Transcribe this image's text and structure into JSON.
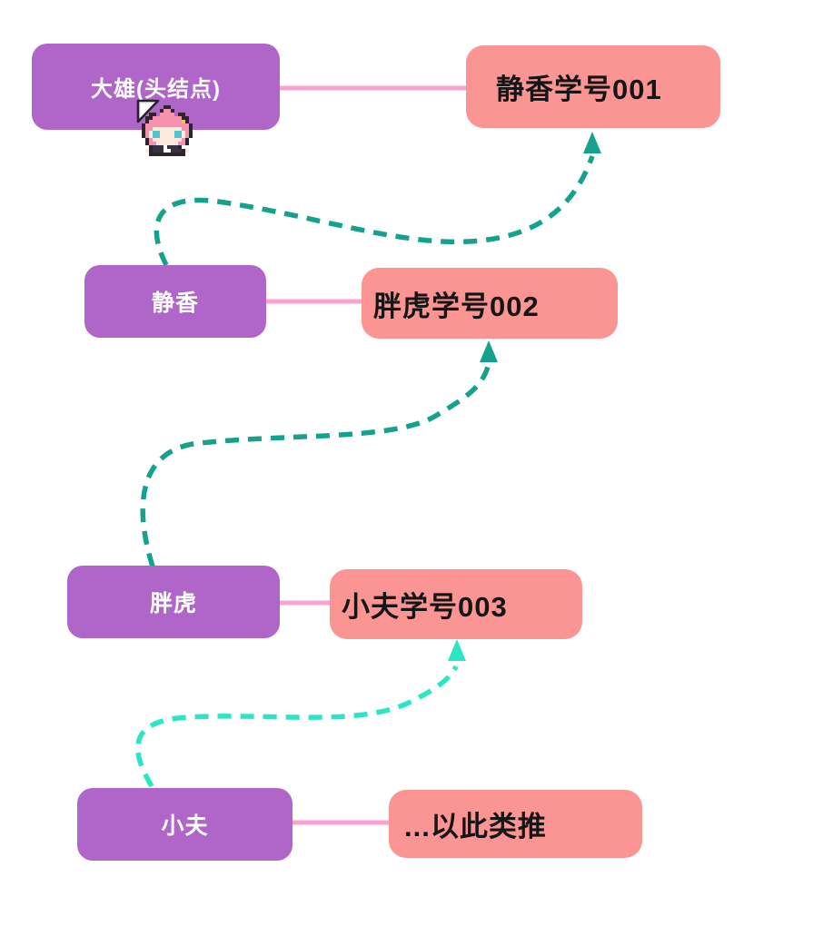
{
  "page": {
    "background": "#ffffff"
  },
  "diagram": {
    "colors": {
      "page_bg": "#ffffff",
      "node_fill": "#b066c9",
      "node_text": "#ffffff",
      "data_fill": "#fb9593",
      "data_text": "#151515",
      "link_line": "#f9a2cf",
      "arrow_teal": "#14a28c",
      "arrow_bright": "#2ae6c6"
    },
    "rows": [
      {
        "node_label": "大雄(头结点)",
        "data_label": "静香学号001"
      },
      {
        "node_label": "静香",
        "data_label": "胖虎学号002"
      },
      {
        "node_label": "胖虎",
        "data_label": "小夫学号003"
      },
      {
        "node_label": "小夫",
        "data_label": "...以此类推"
      }
    ],
    "icons": {
      "cursor": "cursor-triangle-icon",
      "character": "anya-pixel-character"
    }
  }
}
